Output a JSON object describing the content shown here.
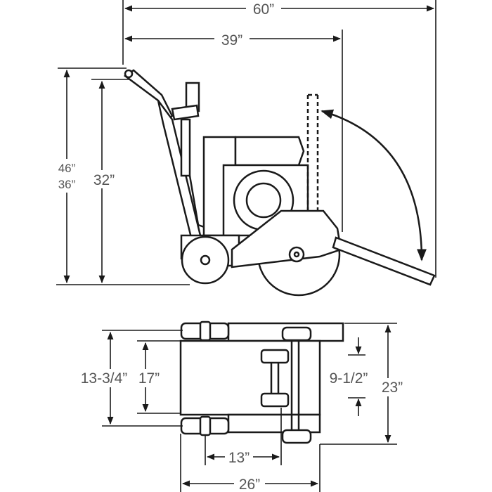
{
  "dimensions": {
    "overall_length": "60”",
    "blade_reach": "39”",
    "handle_height_max": "46”",
    "handle_height_min": "36”",
    "body_height": "32”",
    "wheel_track_outer": "13-3/4”",
    "frame_width": "17”",
    "blade_axle_span": "9-1/2”",
    "overall_width": "23”",
    "wheelbase": "13”",
    "base_length": "26”"
  }
}
